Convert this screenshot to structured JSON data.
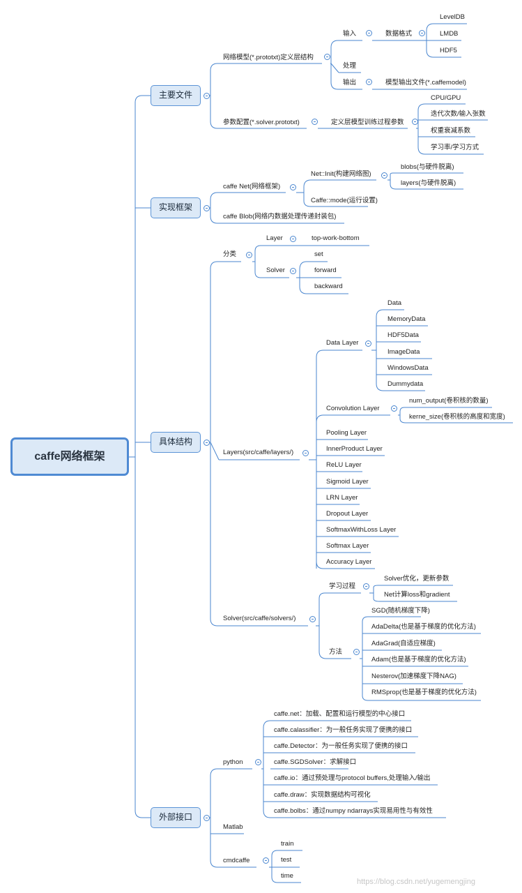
{
  "root": {
    "label": "caffe网络框架"
  },
  "sections": {
    "main_files": {
      "label": "主要文件",
      "net_proto": "网络模型(*.prototxt)定义层结构",
      "input": "输入",
      "data_format": "数据格式",
      "leveldb": "LevelDB",
      "lmdb": "LMDB",
      "hdf5": "HDF5",
      "process": "处理",
      "output": "输出",
      "model_output": "模型输出文件(*.caffemodel)",
      "solver_cfg": "参数配置(*.solver.prototxt)",
      "train_params": "定义层模型训练过程参数",
      "cpu_gpu": "CPU/GPU",
      "iterations": "迭代次数/输入张数",
      "weight_decay": "权重衰减系数",
      "lr": "学习率/学习方式"
    },
    "impl": {
      "label": "实现框架",
      "caffe_net": "caffe Net(网络框架)",
      "net_init": "Net::Init(构建网络图)",
      "blobs": "blobs(与硬件脱离)",
      "layers": "layers(与硬件脱离)",
      "caffe_mode": "Caffe::mode(运行设置)",
      "caffe_blob": "caffe Blob(网络内数据处理传递封装包)"
    },
    "detail": {
      "label": "具体结构",
      "category": "分类",
      "layer": "Layer",
      "top_work_bottom": "top-work-bottom",
      "solver": "Solver",
      "set": "set",
      "forward": "forward",
      "backward": "backward",
      "layers_src": "Layers(src/caffe/layers/)",
      "data_layer": "Data Layer",
      "data_children": [
        "Data",
        "MemoryData",
        "HDF5Data",
        "ImageData",
        "WindowsData",
        "Dummydata"
      ],
      "conv_layer": "Convolution Layer",
      "num_output": "num_output(卷积核的数量)",
      "kernel_size": "kerne_size(卷积核的高度和宽度)",
      "other_layers": [
        "Pooling Layer",
        "InnerProduct Layer",
        "ReLU Layer",
        "Sigmoid Layer",
        "LRN Layer",
        "Dropout Layer",
        "SoftmaxWithLoss Layer",
        "Softmax Layer",
        "Accuracy Layer"
      ],
      "solver_src": "Solver(src/caffe/solvers/)",
      "learning": "学习过程",
      "learning_children": [
        "Solver优化，更新参数",
        "Net计算loss和gradient"
      ],
      "methods": "方法",
      "method_children": [
        "SGD(随机梯度下降)",
        "AdaDelta(也是基于梯度的优化方法)",
        "AdaGrad(自适应梯度)",
        "Adam(也是基于梯度的优化方法)",
        "Nesterov(加速梯度下降NAG)",
        "RMSprop(也是基于梯度的优化方法)"
      ]
    },
    "external": {
      "label": "外部接口",
      "python": "python",
      "python_children": [
        "caffe.net：加载、配置和运行模型的中心接口",
        "caffe.calassifier：为一般任务实现了便携的接口",
        "caffe.Detector：为一般任务实现了便携的接口",
        "caffe.SGDSolver：求解接口",
        "caffe.io：通过预处理与protocol buffers,处理输入/输出",
        "caffe.draw：实现数据结构可视化",
        "caffe.bolbs：通过numpy ndarrays实现易用性与有效性"
      ],
      "matlab": "Matlab",
      "cmdcaffe": "cmdcaffe",
      "cmd_children": [
        "train",
        "test",
        "time"
      ]
    }
  },
  "watermark": "https://blog.csdn.net/yugemengjing",
  "colors": {
    "line": "#4a86cf",
    "box_fill": "#dce9f7",
    "box_border": "#5b93d6"
  }
}
